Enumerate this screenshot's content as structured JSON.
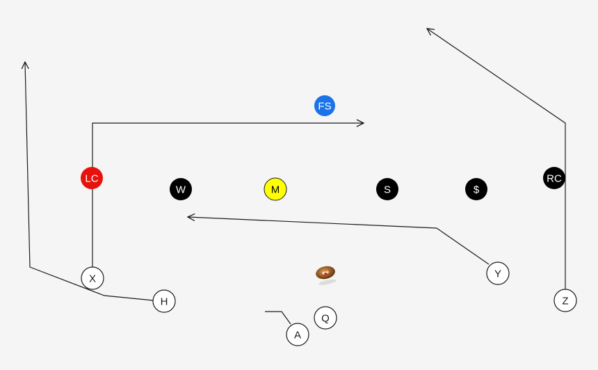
{
  "colors": {
    "background": "#f5f5f5",
    "route_line": "#1a1a1a",
    "defender_black": "#000000",
    "corner_left_red": "#e8120c",
    "mike_yellow": "#ffff00",
    "free_safety_blue": "#1a73e8",
    "offense_fill": "#ffffff"
  },
  "defense": {
    "fs": "FS",
    "lc": "LC",
    "w": "W",
    "m": "M",
    "s": "S",
    "dollar": "$",
    "rc": "RC"
  },
  "offense": {
    "x": "X",
    "h": "H",
    "a": "A",
    "q": "Q",
    "y": "Y",
    "z": "Z"
  },
  "icons": {
    "ball": "football-icon"
  }
}
